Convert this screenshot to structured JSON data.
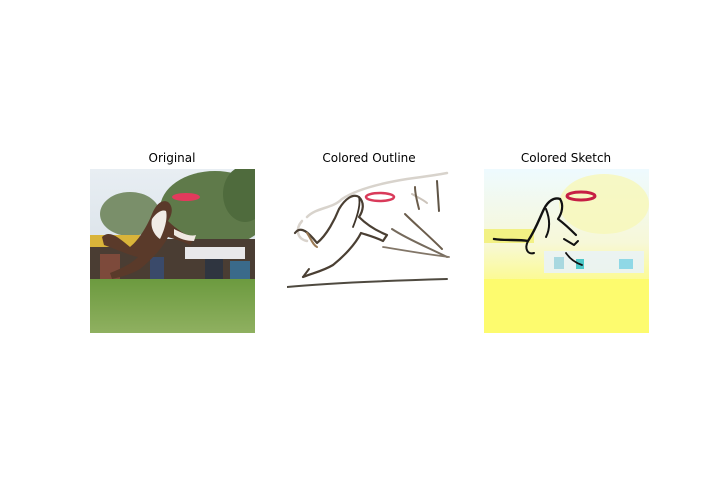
{
  "figure": {
    "panels": [
      {
        "title": "Original",
        "subject": "photo of a dog leaping for a red frisbee over grass"
      },
      {
        "title": "Colored Outline",
        "subject": "line-drawing version of the dog photo"
      },
      {
        "title": "Colored Sketch",
        "subject": "tinted sketch version of the dog photo"
      }
    ]
  },
  "colors": {
    "background": "#ffffff",
    "frisbee": "#e23a5c",
    "grass": "#5d8a35",
    "sketch_tint": "#fcfb8c"
  }
}
